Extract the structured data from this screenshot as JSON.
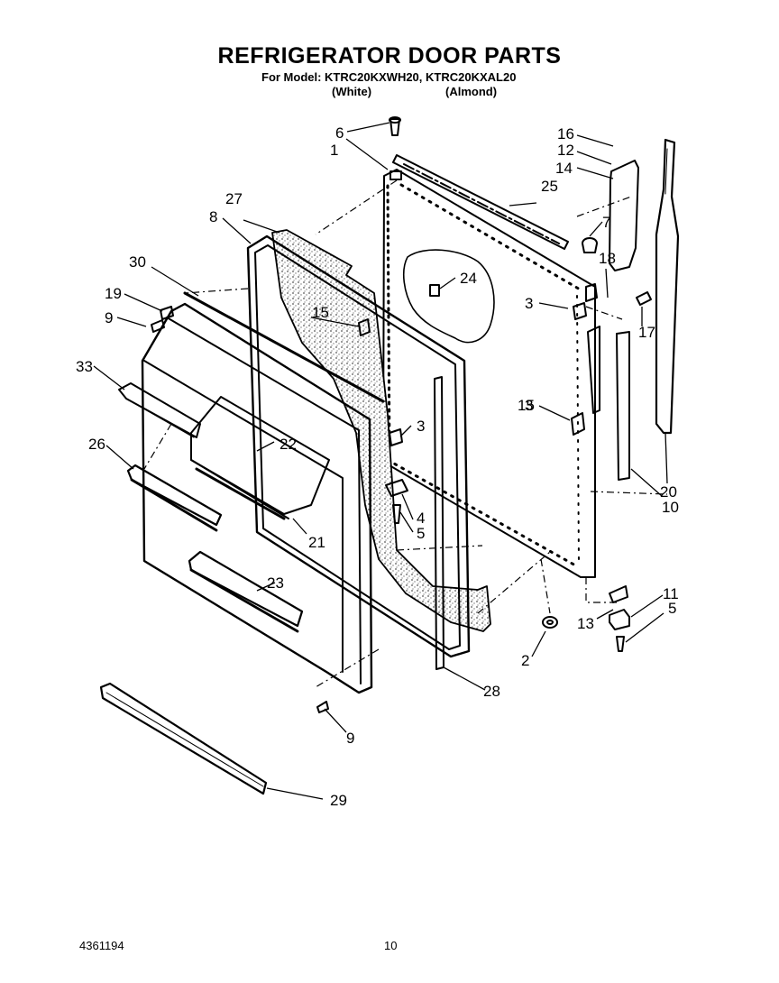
{
  "header": {
    "title": "REFRIGERATOR DOOR PARTS",
    "models_line": "For Model: KTRC20KXWH20, KTRC20KXAL20",
    "color_white": "(White)",
    "color_almond": "(Almond)"
  },
  "footer": {
    "document_number": "4361194",
    "page_number": "10"
  },
  "callouts": [
    "1",
    "2",
    "3",
    "3",
    "3",
    "4",
    "5",
    "5",
    "6",
    "7",
    "8",
    "9",
    "9",
    "10",
    "11",
    "12",
    "13",
    "14",
    "15",
    "15",
    "16",
    "17",
    "18",
    "19",
    "20",
    "21",
    "22",
    "23",
    "24",
    "25",
    "26",
    "27",
    "28",
    "29",
    "30",
    "33"
  ],
  "colors": {
    "line": "#000000",
    "insulation": "#bdbdbd",
    "background": "#ffffff"
  }
}
